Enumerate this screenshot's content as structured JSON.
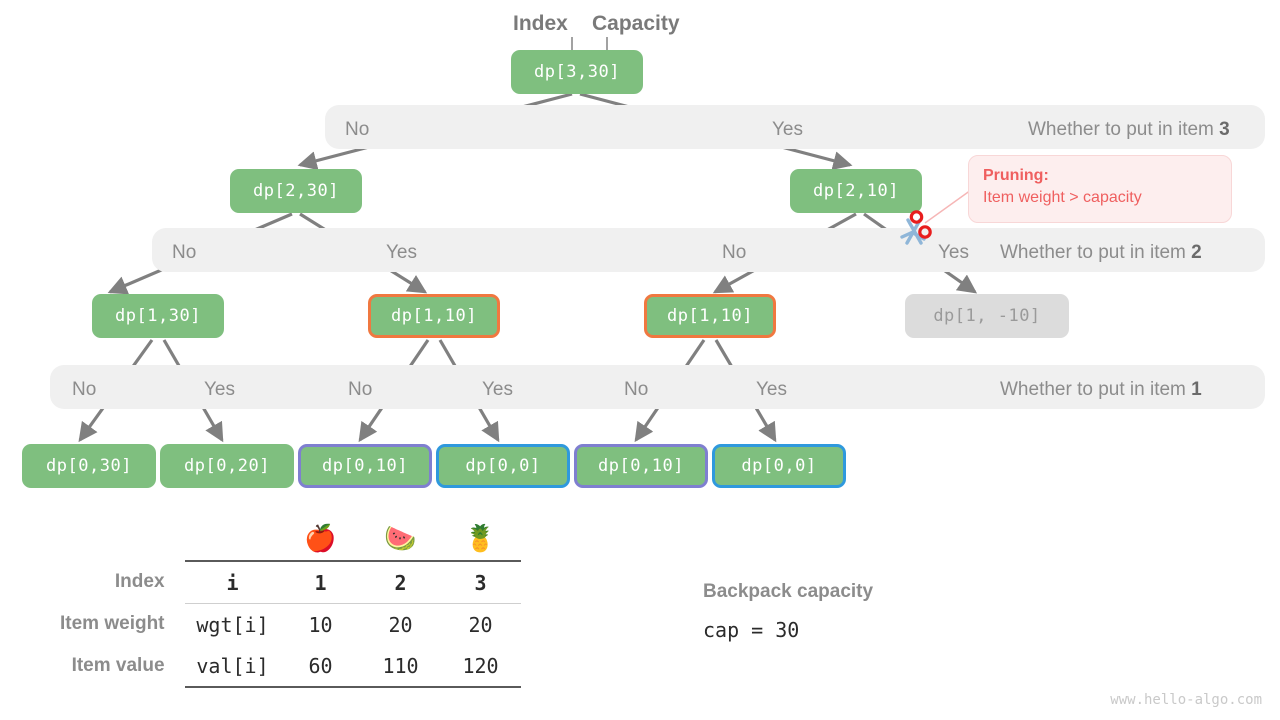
{
  "header": {
    "index_label": "Index",
    "capacity_label": "Capacity"
  },
  "bands": [
    {
      "title": "Whether to put in item ",
      "title_item": "3",
      "choices": [
        "No",
        "Yes"
      ]
    },
    {
      "title": "Whether to put in item ",
      "title_item": "2",
      "choices": [
        "No",
        "Yes",
        "No",
        "Yes"
      ]
    },
    {
      "title": "Whether to put in item ",
      "title_item": "1",
      "choices": [
        "No",
        "Yes",
        "No",
        "Yes",
        "No",
        "Yes"
      ]
    }
  ],
  "nodes": {
    "root": "dp[3,30]",
    "level2": [
      "dp[2,30]",
      "dp[2,10]"
    ],
    "level3": [
      "dp[1,30]",
      "dp[1,10]",
      "dp[1,10]",
      "dp[1, -10]"
    ],
    "leaves": [
      "dp[0,30]",
      "dp[0,20]",
      "dp[0,10]",
      "dp[0,0]",
      "dp[0,10]",
      "dp[0,0]"
    ]
  },
  "pruning": {
    "title": "Pruning",
    "colon": ":",
    "reason": "Item weight > capacity",
    "icon": "scissors-icon",
    "color": "#ef5f5f"
  },
  "table": {
    "emojis": [
      "🍎",
      "🍉",
      "🍍"
    ],
    "rows": [
      {
        "label": "Index",
        "key": "i",
        "values": [
          "1",
          "2",
          "3"
        ]
      },
      {
        "label": "Item weight",
        "key": "wgt[i]",
        "values": [
          "10",
          "20",
          "20"
        ]
      },
      {
        "label": "Item value",
        "key": "val[i]",
        "values": [
          "60",
          "110",
          "120"
        ]
      }
    ]
  },
  "capacity": {
    "title": "Backpack capacity",
    "code": "cap = 30"
  },
  "watermark": "www.hello-algo.com",
  "colors": {
    "node_green": "#7fbf7f",
    "node_grey": "#dcdcdc",
    "band_bg": "#f0f0f0",
    "edge": "#808080",
    "highlight_orange": "#f07840",
    "highlight_purple": "#7f7fd0",
    "highlight_blue": "#2f99dd",
    "prune_red": "#ef5f5f"
  }
}
